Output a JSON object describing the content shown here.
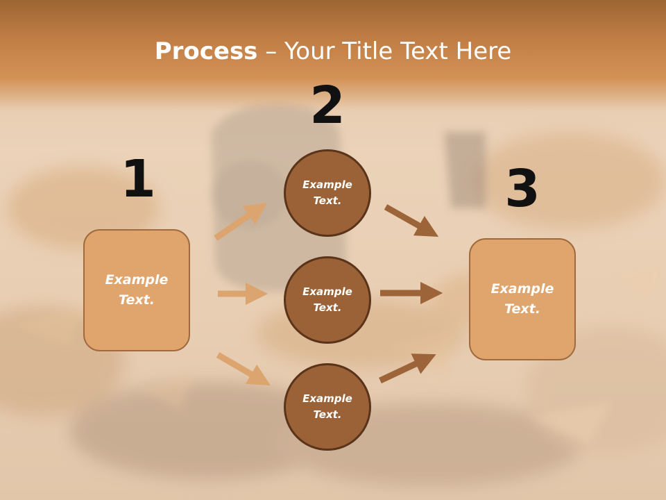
{
  "title": {
    "bold": "Process",
    "rest": " – Your Title Text Here"
  },
  "steps": [
    {
      "number": "1"
    },
    {
      "number": "2"
    },
    {
      "number": "3"
    }
  ],
  "left_box": {
    "text": "Example Text."
  },
  "circles": [
    {
      "text": "Example Text."
    },
    {
      "text": "Example Text."
    },
    {
      "text": "Example Text."
    }
  ],
  "right_box": {
    "text": "Example Text."
  },
  "colors": {
    "box_fill": "#dfa56c",
    "circle_fill": "#9a6236",
    "arrow_light": "#dca56f",
    "arrow_dark": "#9d643a"
  }
}
